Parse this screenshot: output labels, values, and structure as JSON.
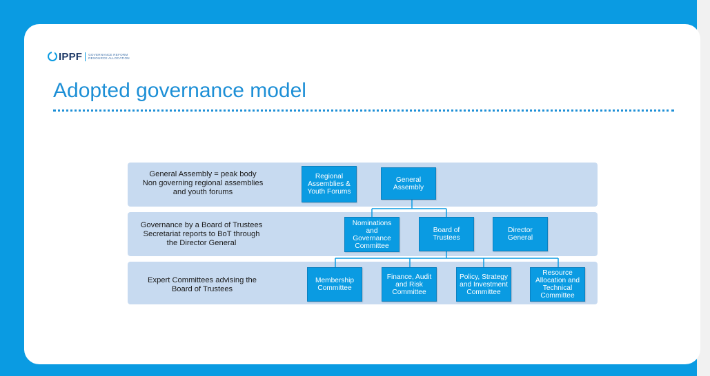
{
  "logo": {
    "text": "IPPF",
    "tagline_line1": "GOVERNANCE REFORM",
    "tagline_line2": "RESOURCE ALLOCATION"
  },
  "title": "Adopted governance model",
  "bands": [
    {
      "label_lines": [
        "General Assembly  = peak body",
        "Non governing regional assemblies",
        "and youth forums"
      ]
    },
    {
      "label_lines": [
        "Governance by a Board of Trustees",
        "Secretariat reports to BoT through",
        "the Director General"
      ]
    },
    {
      "label_lines": [
        "Expert Committees  advising the",
        "Board of Trustees"
      ]
    }
  ],
  "nodes": {
    "regional_assemblies": "Regional Assemblies & Youth Forums",
    "general_assembly": "General Assembly",
    "nominations": "Nominations and Governance Committee",
    "board_of_trustees": "Board of Trustees",
    "director_general": "Director General",
    "membership": "Membership Committee",
    "finance": "Finance, Audit and Risk Committee",
    "policy": "Policy, Strategy and Investment Committee",
    "resource": "Resource Allocation and Technical Committee"
  },
  "colors": {
    "background": "#0a9be2",
    "slide": "#ffffff",
    "title": "#1d8fd6",
    "band": "#c7daf0",
    "node": "#0a9be2",
    "connector": "#0a9be2"
  }
}
